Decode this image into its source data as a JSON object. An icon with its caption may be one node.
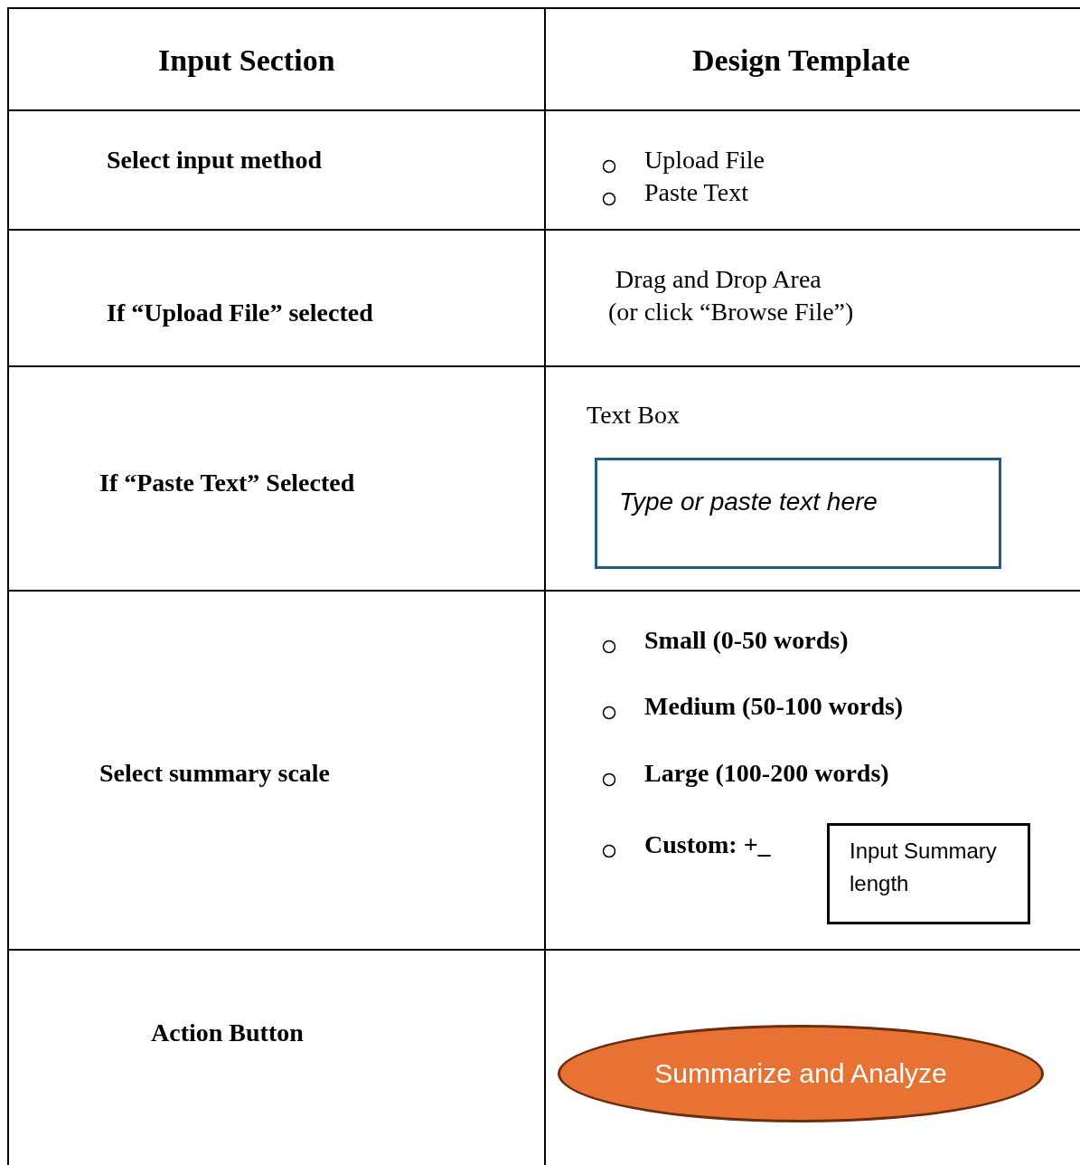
{
  "diagram": {
    "nodes": [
      {
        "text": [
          "Type or paste text here"
        ]
      },
      {
        "text": [
          "Input Summary length"
        ]
      },
      {
        "text": [
          "Summarize and Analyze"
        ]
      }
    ],
    "labels": [
      "Input Section",
      "Design Template",
      "Select input method",
      "Upload File",
      "Paste Text",
      "If “Upload File” selected",
      "Drag and Drop Area",
      "(or click “Browse File”)",
      "If “Paste Text” Selected",
      "Text Box",
      "Select summary scale",
      "Small (0-50 words)",
      "Medium (50-100 words)",
      "Large (100-200 words)",
      "Custom: +_",
      "Action Button"
    ]
  }
}
